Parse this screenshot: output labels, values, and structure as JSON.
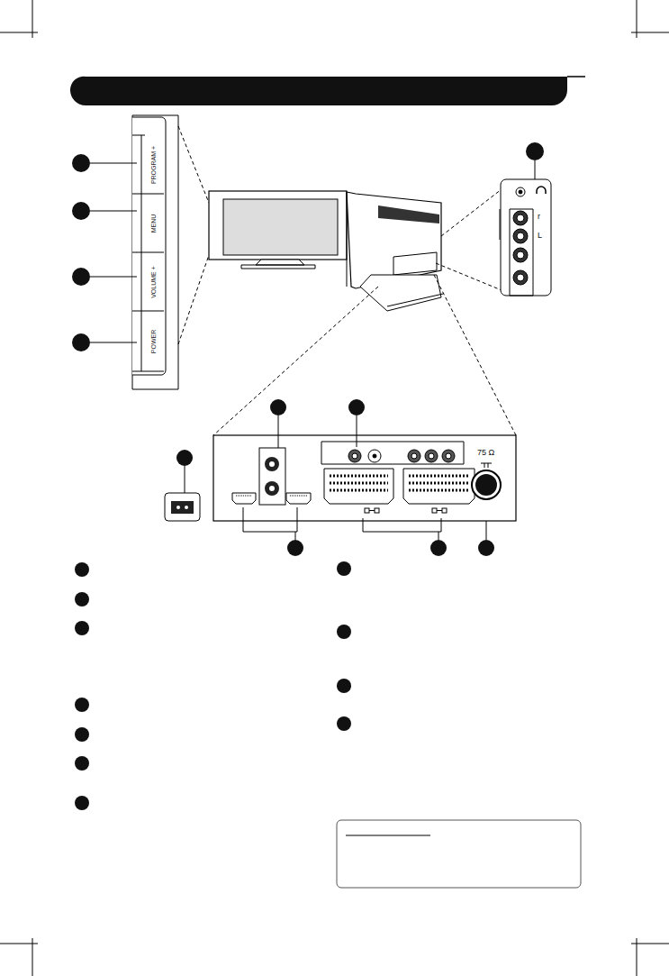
{
  "diagram": {
    "nodes": [
      {
        "text": [
          "PROGRAM +"
        ]
      },
      {
        "text": [
          "MENU"
        ]
      },
      {
        "text": [
          "VOLUME +"
        ]
      },
      {
        "text": [
          "POWER"
        ]
      }
    ],
    "labels": [
      "r",
      "L",
      "75 Ω"
    ]
  }
}
